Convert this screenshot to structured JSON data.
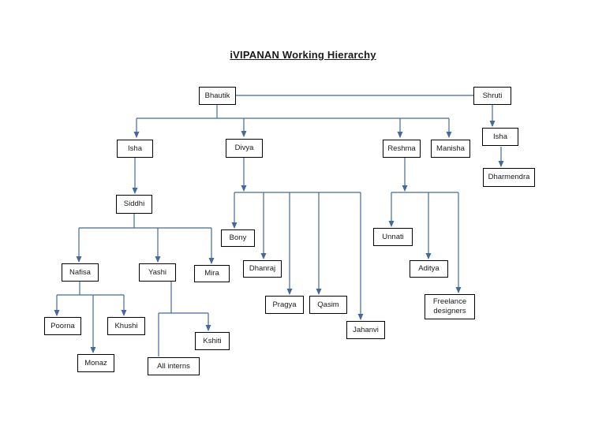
{
  "title": "iVIPANAN Working Hierarchy",
  "diagram": {
    "type": "org-chart",
    "connector_color": "#44699c",
    "box_border_color": "#000000",
    "box_fill_color": "#ffffff",
    "nodes": [
      {
        "id": "bhautik",
        "label": "Bhautik",
        "reports_to": null
      },
      {
        "id": "shruti",
        "label": "Shruti",
        "reports_to": null
      },
      {
        "id": "isha-1",
        "label": "Isha",
        "reports_to": "bhautik"
      },
      {
        "id": "divya",
        "label": "Divya",
        "reports_to": "bhautik"
      },
      {
        "id": "reshma",
        "label": "Reshma",
        "reports_to": "bhautik"
      },
      {
        "id": "manisha",
        "label": "Manisha",
        "reports_to": "bhautik"
      },
      {
        "id": "isha-2",
        "label": "Isha",
        "reports_to": "shruti"
      },
      {
        "id": "dharmendra",
        "label": "Dharmendra",
        "reports_to": "isha-2"
      },
      {
        "id": "siddhi",
        "label": "Siddhi",
        "reports_to": "isha-1"
      },
      {
        "id": "nafisa",
        "label": "Nafisa",
        "reports_to": "siddhi"
      },
      {
        "id": "yashi",
        "label": "Yashi",
        "reports_to": "siddhi"
      },
      {
        "id": "mira",
        "label": "Mira",
        "reports_to": "siddhi"
      },
      {
        "id": "poorna",
        "label": "Poorna",
        "reports_to": "nafisa"
      },
      {
        "id": "khushi",
        "label": "Khushi",
        "reports_to": "nafisa"
      },
      {
        "id": "monaz",
        "label": "Monaz",
        "reports_to": "nafisa"
      },
      {
        "id": "kshiti",
        "label": "Kshiti",
        "reports_to": "yashi"
      },
      {
        "id": "all-interns",
        "label": "All interns",
        "reports_to": "yashi"
      },
      {
        "id": "bony",
        "label": "Bony",
        "reports_to": "divya"
      },
      {
        "id": "dhanraj",
        "label": "Dhanraj",
        "reports_to": "divya"
      },
      {
        "id": "pragya",
        "label": "Pragya",
        "reports_to": "divya"
      },
      {
        "id": "qasim",
        "label": "Qasim",
        "reports_to": "divya"
      },
      {
        "id": "jahanvi",
        "label": "Jahanvi",
        "reports_to": "divya"
      },
      {
        "id": "unnati",
        "label": "Unnati",
        "reports_to": "reshma"
      },
      {
        "id": "aditya",
        "label": "Aditya",
        "reports_to": "reshma"
      },
      {
        "id": "freelance-designers",
        "label": "Freelance designers",
        "reports_to": "reshma"
      }
    ]
  }
}
